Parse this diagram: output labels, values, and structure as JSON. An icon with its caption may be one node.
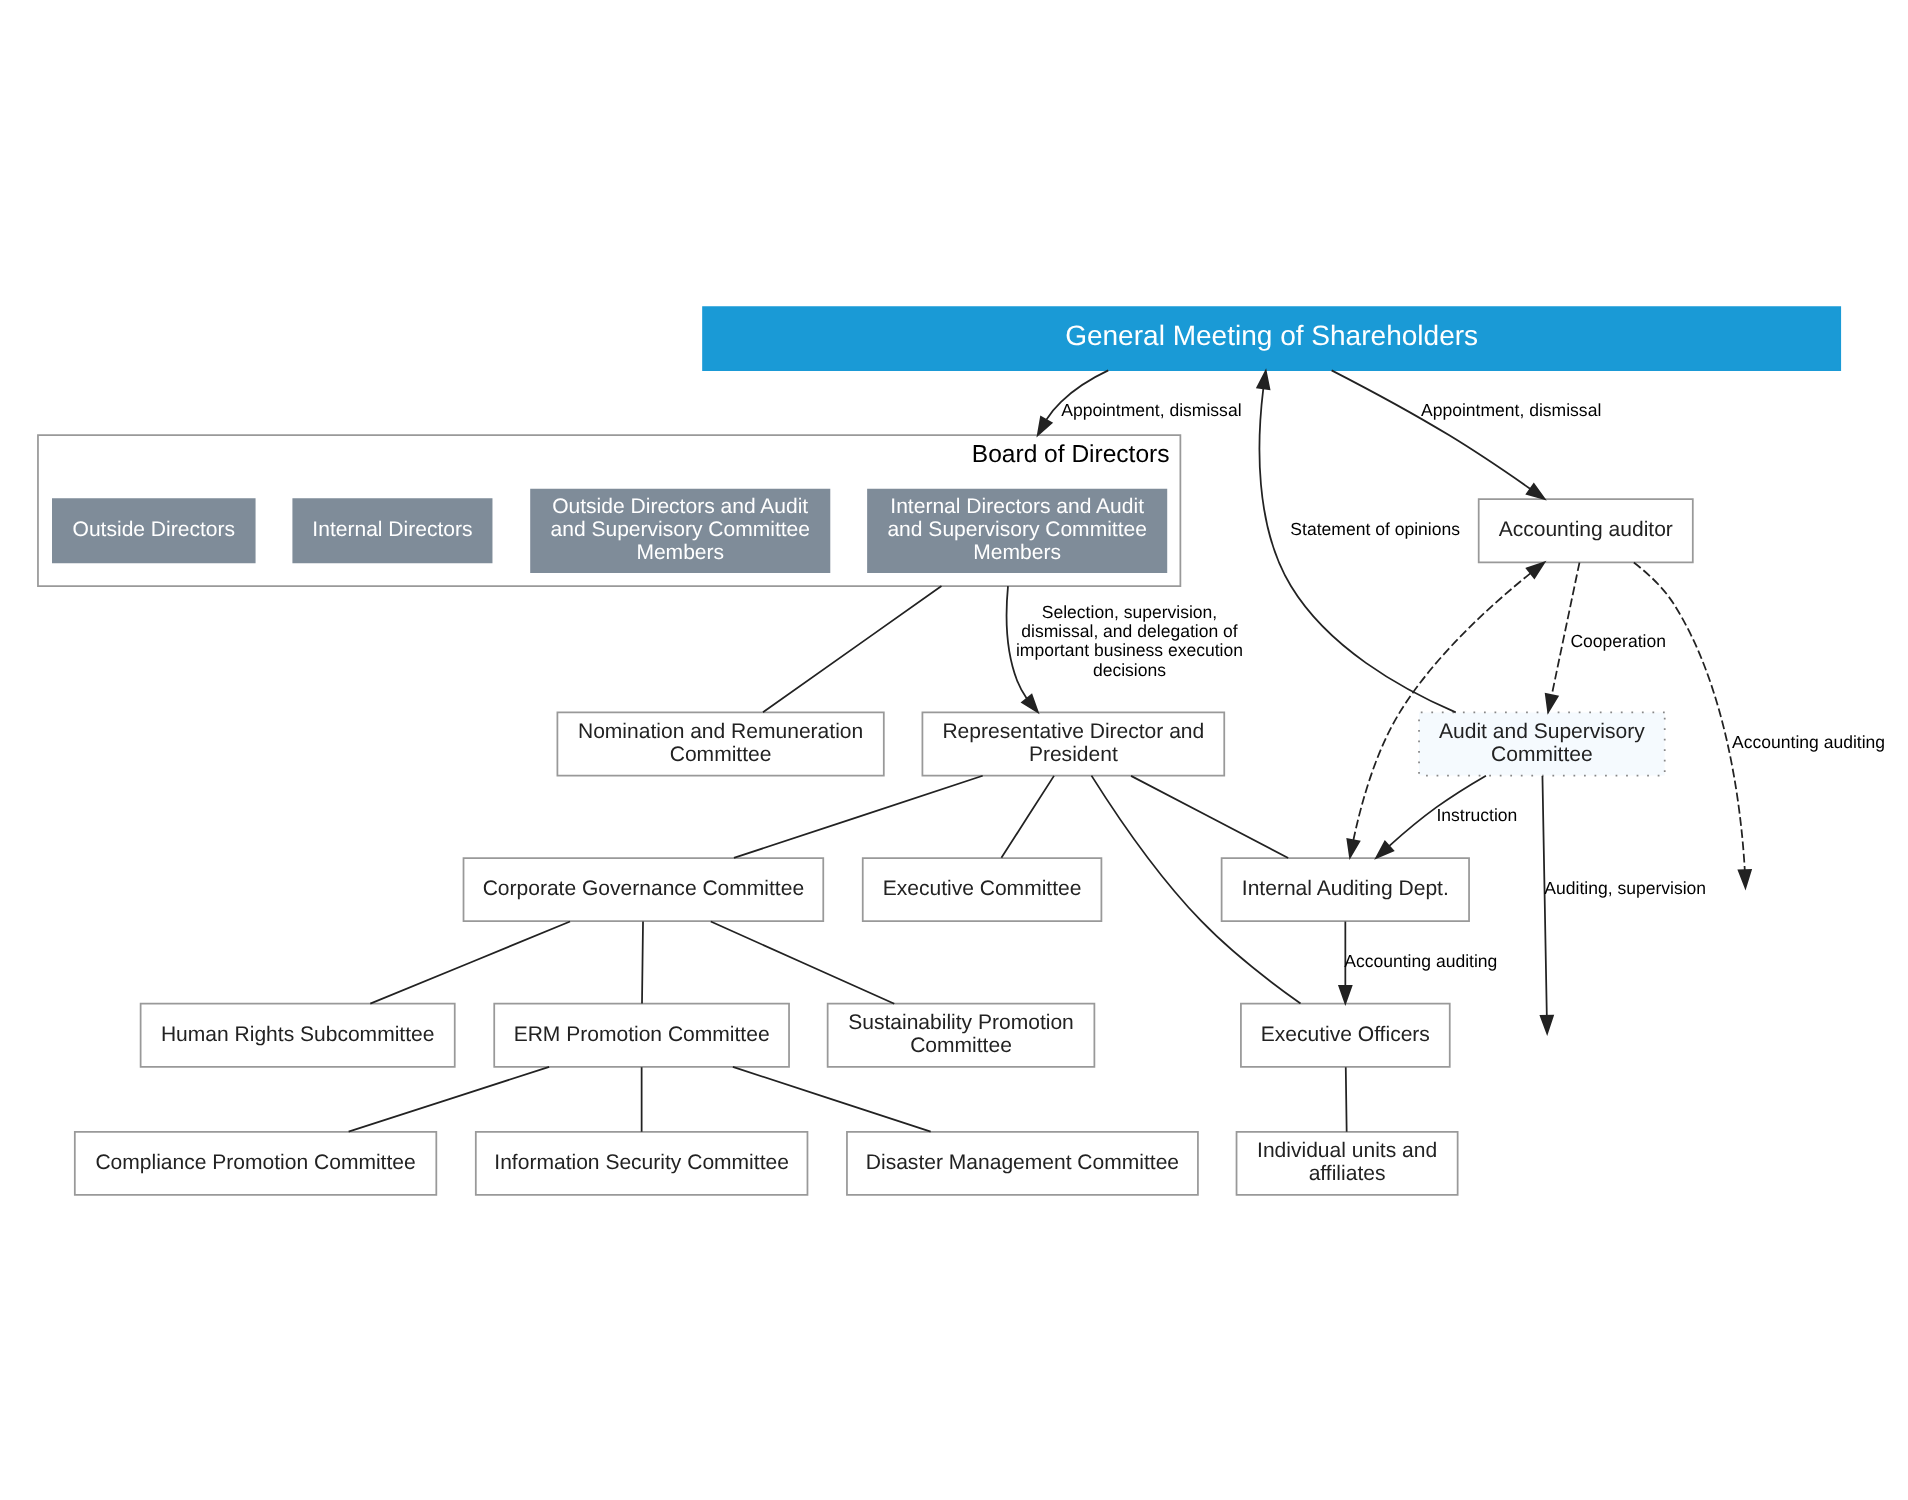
{
  "diagram": {
    "nodes": [
      {
        "text": [
          "General Meeting of Shareholders"
        ]
      },
      {
        "text": [
          "Board of Directors"
        ]
      },
      {
        "text": [
          "Internal Directors and Audit and Supervisory Committee Members"
        ],
        "in": 1
      },
      {
        "text": [
          "Outside Directors and Audit and Supervisory Committee Members"
        ],
        "in": 1
      },
      {
        "text": [
          "Internal Directors"
        ],
        "in": 1
      },
      {
        "text": [
          "Outside Directors"
        ],
        "in": 1
      },
      {
        "text": [
          "Audit and Supervisory Committee"
        ]
      },
      {
        "text": [
          "Nomination and Remuneration Committee"
        ]
      },
      {
        "text": [
          "Representative Director and President"
        ]
      },
      {
        "text": [
          "Executive Committee"
        ]
      },
      {
        "text": [
          "Accounting auditor"
        ]
      },
      {
        "text": [
          "Internal Auditing Dept."
        ]
      },
      {
        "text": [
          "Executive Officers"
        ]
      },
      {
        "text": [
          "Individual units and affiliates"
        ]
      },
      {
        "text": [
          "Corporate Governance Committee"
        ]
      },
      {
        "text": [
          "Sustainability Promotion Committee"
        ]
      },
      {
        "text": [
          "Human Rights Subcommittee"
        ]
      },
      {
        "text": [
          "ERM Promotion Committee"
        ]
      },
      {
        "text": [
          "Disaster Management Committee"
        ]
      },
      {
        "text": [
          "Compliance Promotion Committee"
        ]
      },
      {
        "text": [
          "Information Security Committee"
        ]
      }
    ],
    "edges": [
      {
        "from": 0,
        "to": 10,
        "arrow": "to",
        "label": "Appointment, dismissal"
      },
      {
        "from": 6,
        "to": 0,
        "arrow": "to",
        "label": "Statement of opinions"
      },
      {
        "from": 0,
        "to": 1,
        "arrow": "to",
        "label": "Appointment, dismissal"
      },
      {
        "from": 1,
        "to": 7,
        "arrow": "none"
      },
      {
        "from": 1,
        "to": 8,
        "arrow": "to",
        "label": "Selection, supervision, dismissal, and delegation of important business execution decisions"
      },
      {
        "from": 8,
        "to": 9,
        "arrow": "none"
      },
      {
        "from": 8,
        "to": 11,
        "arrow": "none"
      },
      {
        "from": 8,
        "to": 12,
        "arrow": "none"
      },
      {
        "from": 8,
        "to": 14,
        "arrow": "none"
      },
      {
        "from": 12,
        "to": 13,
        "arrow": "none"
      },
      {
        "from": 6,
        "to": 11,
        "arrow": "to",
        "label": "Instruction"
      },
      {
        "from": 10,
        "to": 6,
        "arrow": "to",
        "style": "dashed",
        "label": "Cooperation"
      },
      {
        "from": 10,
        "to": 11,
        "arrow": "both",
        "style": "dashed"
      },
      {
        "from": 10,
        "to": null,
        "arrow": "to",
        "style": "dashed",
        "label": "Accounting auditing"
      },
      {
        "from": 6,
        "to": null,
        "arrow": "to",
        "label": "Auditing, supervision"
      },
      {
        "from": 11,
        "to": 12,
        "arrow": "to",
        "label": "Accounting auditing"
      },
      {
        "from": 14,
        "to": 15,
        "arrow": "none"
      },
      {
        "from": 14,
        "to": 16,
        "arrow": "none"
      },
      {
        "from": 14,
        "to": 17,
        "arrow": "none"
      },
      {
        "from": 17,
        "to": 18,
        "arrow": "none"
      },
      {
        "from": 17,
        "to": 19,
        "arrow": "none"
      },
      {
        "from": 17,
        "to": 20,
        "arrow": "none"
      }
    ]
  }
}
